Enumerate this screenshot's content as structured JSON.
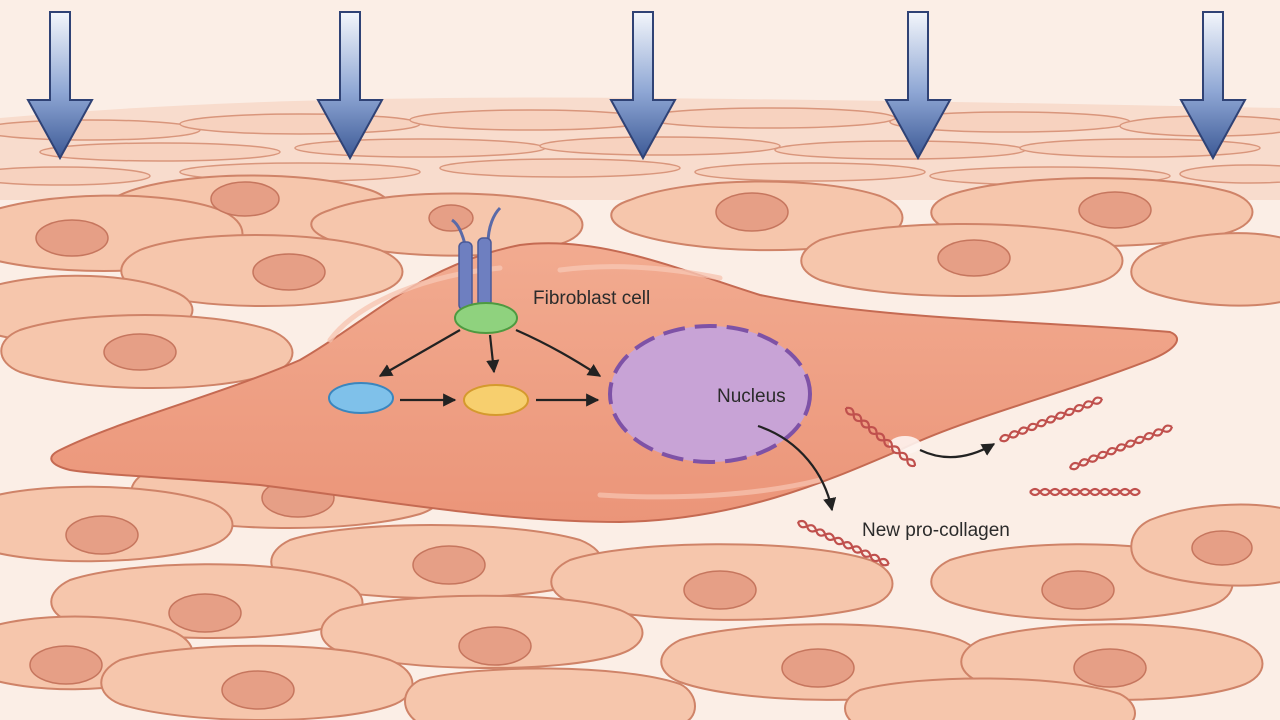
{
  "labels": {
    "fibroblast": "Fibroblast cell",
    "nucleus": "Nucleus",
    "procollagen": "New pro-collagen"
  },
  "colors": {
    "background": "#fbeee6",
    "tissue_cell_fill": "#f6c6ac",
    "tissue_cell_stroke": "#cf8368",
    "tissue_nucleus": "#e69f86",
    "fibroblast_fill": "#ef9f84",
    "fibroblast_stroke": "#c56a52",
    "nucleus_fill": "#c8a3d6",
    "nucleus_stroke": "#7e52a6",
    "arrow_light": "#eef2fa",
    "arrow_dark": "#3d5a96",
    "receptor": "#6e7fc0",
    "signal_green": "#8fd27e",
    "signal_blue": "#7fc1ea",
    "signal_yellow": "#f7cf6e",
    "collagen": "#c0504d"
  },
  "icons": {
    "incoming_arrows": "down-arrow-icon",
    "receptor": "receptor-icon",
    "collagen": "collagen-helix-icon"
  }
}
